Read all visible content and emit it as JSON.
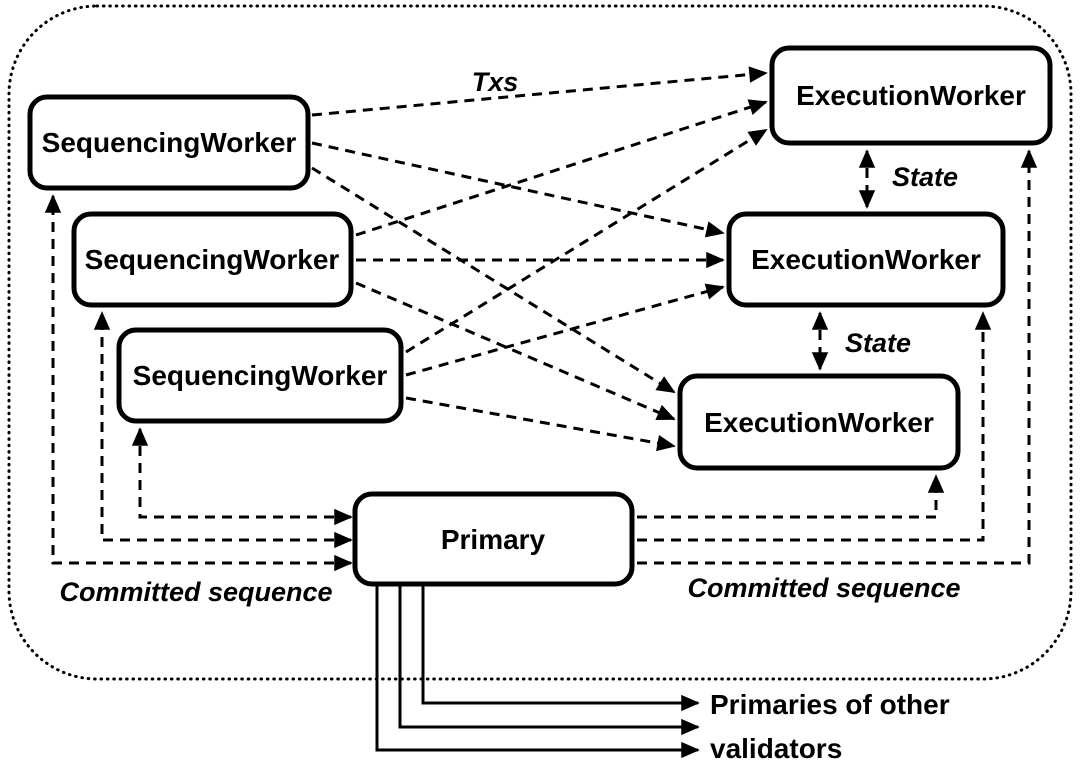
{
  "diagram": {
    "title_semantic": "validator-internal-architecture",
    "colors": {
      "background": "#ffffff",
      "ink": "#000000"
    },
    "boxes": {
      "sequencing_workers": [
        {
          "label": "SequencingWorker"
        },
        {
          "label": "SequencingWorker"
        },
        {
          "label": "SequencingWorker"
        }
      ],
      "execution_workers": [
        {
          "label": "ExecutionWorker"
        },
        {
          "label": "ExecutionWorker"
        },
        {
          "label": "ExecutionWorker"
        }
      ],
      "primary": {
        "label": "Primary"
      }
    },
    "labels": {
      "txs": "Txs",
      "state_top": "State",
      "state_bottom": "State",
      "committed_sequence_left": "Committed sequence",
      "committed_sequence_right": "Committed sequence",
      "external_primaries_line1": "Primaries of other",
      "external_primaries_line2": "validators"
    },
    "edges": {
      "txs_edges": "each SequencingWorker sends Txs to every ExecutionWorker (9 dashed arrows)",
      "state_edges": "bidirectional dashed State arrows between stacked ExecutionWorkers",
      "committed_left": "bidirectional dashed L-connectors between Primary and each SequencingWorker",
      "committed_right": "dashed L-connectors from Primary up into each ExecutionWorker",
      "external": "3 solid lines from Primary bottom to primaries of other validators"
    }
  }
}
